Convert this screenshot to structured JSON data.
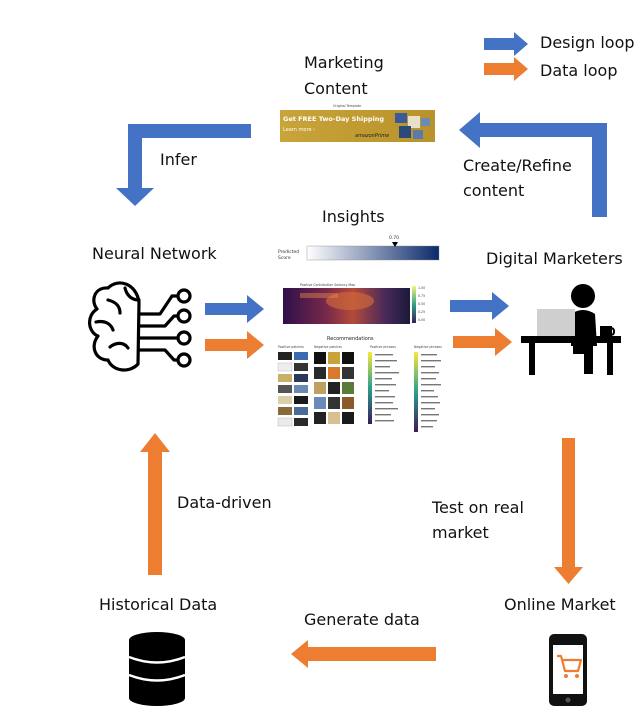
{
  "legend": {
    "design_loop": "Design loop",
    "data_loop": "Data loop",
    "design_color": "#4472C4",
    "data_color": "#ED7D31"
  },
  "marketing": {
    "title_line1": "Marketing",
    "title_line2": "Content",
    "template_caption": "Original Template",
    "banner_headline": "Get FREE Two-Day Shipping",
    "banner_cta": "Learn more ›",
    "banner_brand": "amazonPrime"
  },
  "neural_network": {
    "label": "Neural Network",
    "icon": "brain-circuit-icon"
  },
  "digital_marketers": {
    "label": "Digital Marketers",
    "icon": "person-at-laptop-icon"
  },
  "historical_data": {
    "label": "Historical Data",
    "icon": "database-icon"
  },
  "online_market": {
    "label": "Online Market",
    "icon": "smartphone-cart-icon"
  },
  "insights": {
    "title": "Insights",
    "predicted_line1": "Predicted",
    "predicted_line2": "Score",
    "predicted_value": "0.70",
    "saliency_title": "Positive Contribution Saliency Map",
    "saliency_ticks": [
      "1.00",
      "0.75",
      "0.50",
      "0.25",
      "0.00"
    ],
    "recommendations_title": "Recommendations",
    "col_positive_patches": "Positive patches",
    "col_negative_patches": "Negative patches",
    "col_positive_phrases": "Positive phrases",
    "col_negative_phrases": "Negative phrases"
  },
  "arrows": {
    "infer": "Infer",
    "create_line1": "Create/Refine",
    "create_line2": "content",
    "data_driven": "Data-driven",
    "test_line1": "Test on real",
    "test_line2": "market",
    "generate": "Generate data"
  }
}
